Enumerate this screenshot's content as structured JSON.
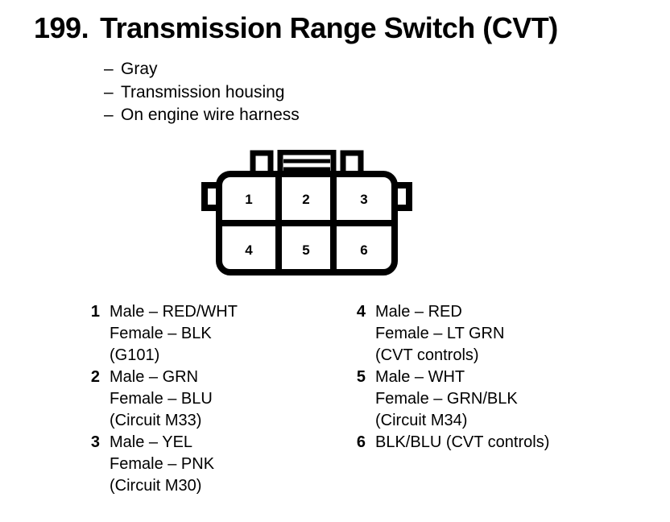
{
  "title": {
    "number": "199.",
    "text": "Transmission Range Switch (CVT)"
  },
  "bullets": [
    {
      "dash": "–",
      "text": "Gray"
    },
    {
      "dash": "–",
      "text": "Transmission housing"
    },
    {
      "dash": "–",
      "text": "On engine wire harness"
    }
  ],
  "connector": {
    "pins_top": [
      "1",
      "2",
      "3"
    ],
    "pins_bottom": [
      "4",
      "5",
      "6"
    ],
    "outline_color": "#000000",
    "fill_color": "#ffffff"
  },
  "legend": {
    "left": [
      {
        "pin": "1",
        "lines": [
          "Male – RED/WHT",
          "Female – BLK",
          "(G101)"
        ]
      },
      {
        "pin": "2",
        "lines": [
          "Male – GRN",
          "Female – BLU",
          "(Circuit M33)"
        ]
      },
      {
        "pin": "3",
        "lines": [
          "Male – YEL",
          "Female – PNK",
          "(Circuit M30)"
        ]
      }
    ],
    "right": [
      {
        "pin": "4",
        "lines": [
          "Male – RED",
          "Female – LT GRN",
          "(CVT controls)"
        ]
      },
      {
        "pin": "5",
        "lines": [
          "Male – WHT",
          "Female – GRN/BLK",
          "(Circuit M34)"
        ]
      },
      {
        "pin": "6",
        "lines": [
          "BLK/BLU (CVT controls)"
        ]
      }
    ]
  }
}
